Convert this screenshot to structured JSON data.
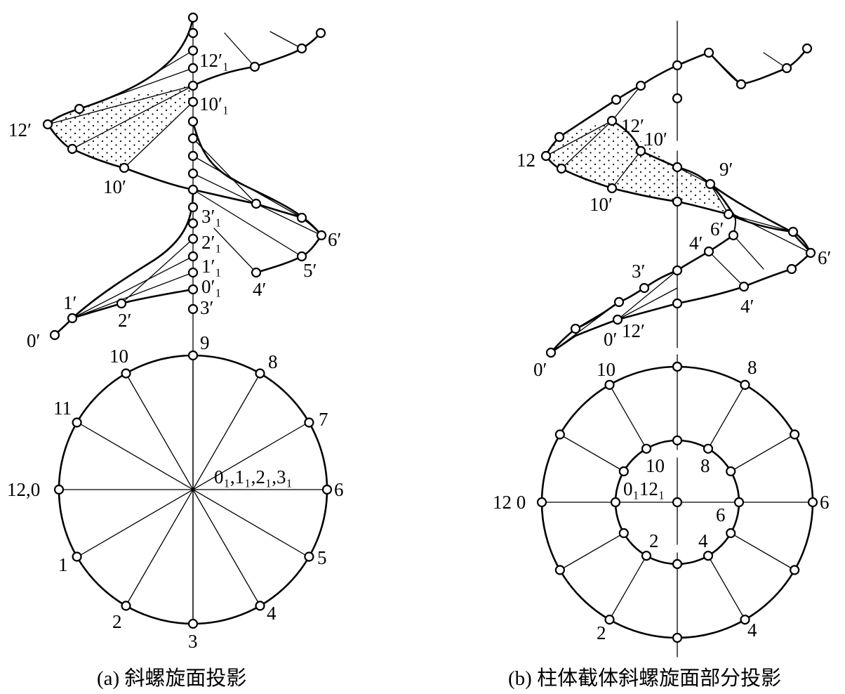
{
  "captions": {
    "left": "(a) 斜螺旋面投影",
    "right": "(b) 柱体截体斜螺旋面部分投影"
  },
  "left": {
    "plan_labels": [
      "9",
      "8",
      "7",
      "6",
      "5",
      "4",
      "3",
      "2",
      "1",
      "12,0",
      "11",
      "10"
    ],
    "center_label": "0₁,1₁,2₁,3₁",
    "front_labels": [
      "12′₁",
      "10′₁",
      "12′",
      "10′",
      "3′₁",
      "2′₁",
      "1′₁",
      "0′₁",
      "3′",
      "6′",
      "5′",
      "4′",
      "1′",
      "2′",
      "0′"
    ]
  },
  "right": {
    "outer_labels": [
      "10",
      "8",
      "6",
      "4",
      "2",
      "12 0"
    ],
    "inner_labels": [
      "10",
      "8",
      "6",
      "4",
      "2",
      "0₁12₁"
    ],
    "front_labels": [
      "12′",
      "10′",
      "12",
      "10′",
      "9′",
      "6′",
      "4′",
      "6′",
      "3′",
      "4′",
      "0′",
      "12′",
      "0′"
    ]
  }
}
